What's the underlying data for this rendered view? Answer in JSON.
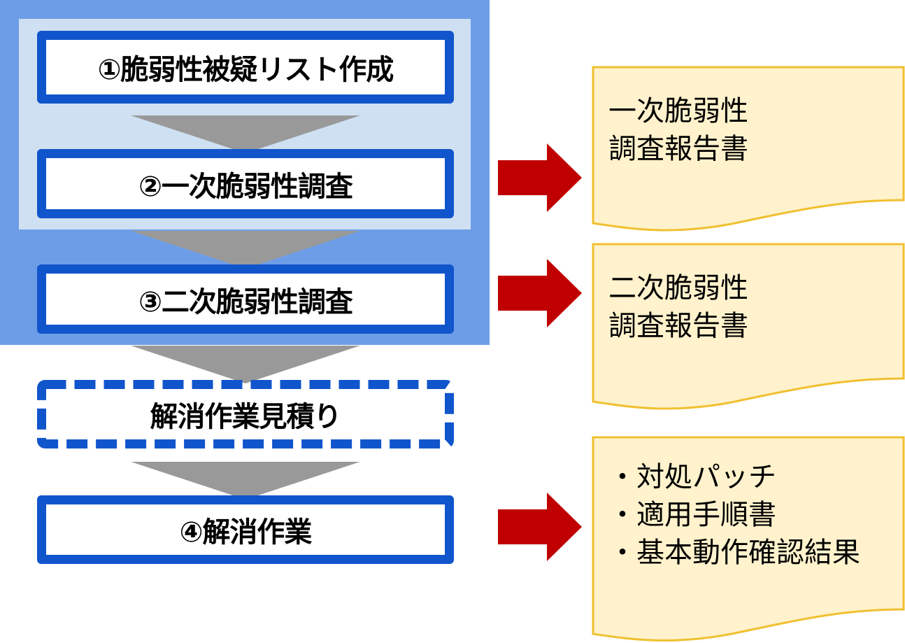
{
  "colors": {
    "outer_panel": "#6E9DE8",
    "inner_panel": "#CFE0F2",
    "step_border": "#1155CC",
    "chevron": "#999999",
    "red_arrow": "#C00000",
    "document_fill": "#FFF2CC",
    "document_border": "#F0C030"
  },
  "flow": {
    "steps": [
      {
        "label": "①脆弱性被疑リスト作成",
        "style": "solid"
      },
      {
        "label": "②一次脆弱性調査",
        "style": "solid"
      },
      {
        "label": "③二次脆弱性調査",
        "style": "solid"
      },
      {
        "label": "解消作業見積り",
        "style": "dashed"
      },
      {
        "label": "④解消作業",
        "style": "solid"
      }
    ]
  },
  "outputs": [
    {
      "from_step": "②一次脆弱性調査",
      "lines": [
        "一次脆弱性",
        "調査報告書"
      ]
    },
    {
      "from_step": "③二次脆弱性調査",
      "lines": [
        "二次脆弱性",
        "調査報告書"
      ]
    },
    {
      "from_step": "④解消作業",
      "lines": [
        "・対処パッチ",
        "・適用手順書",
        "・基本動作確認結果"
      ]
    }
  ]
}
